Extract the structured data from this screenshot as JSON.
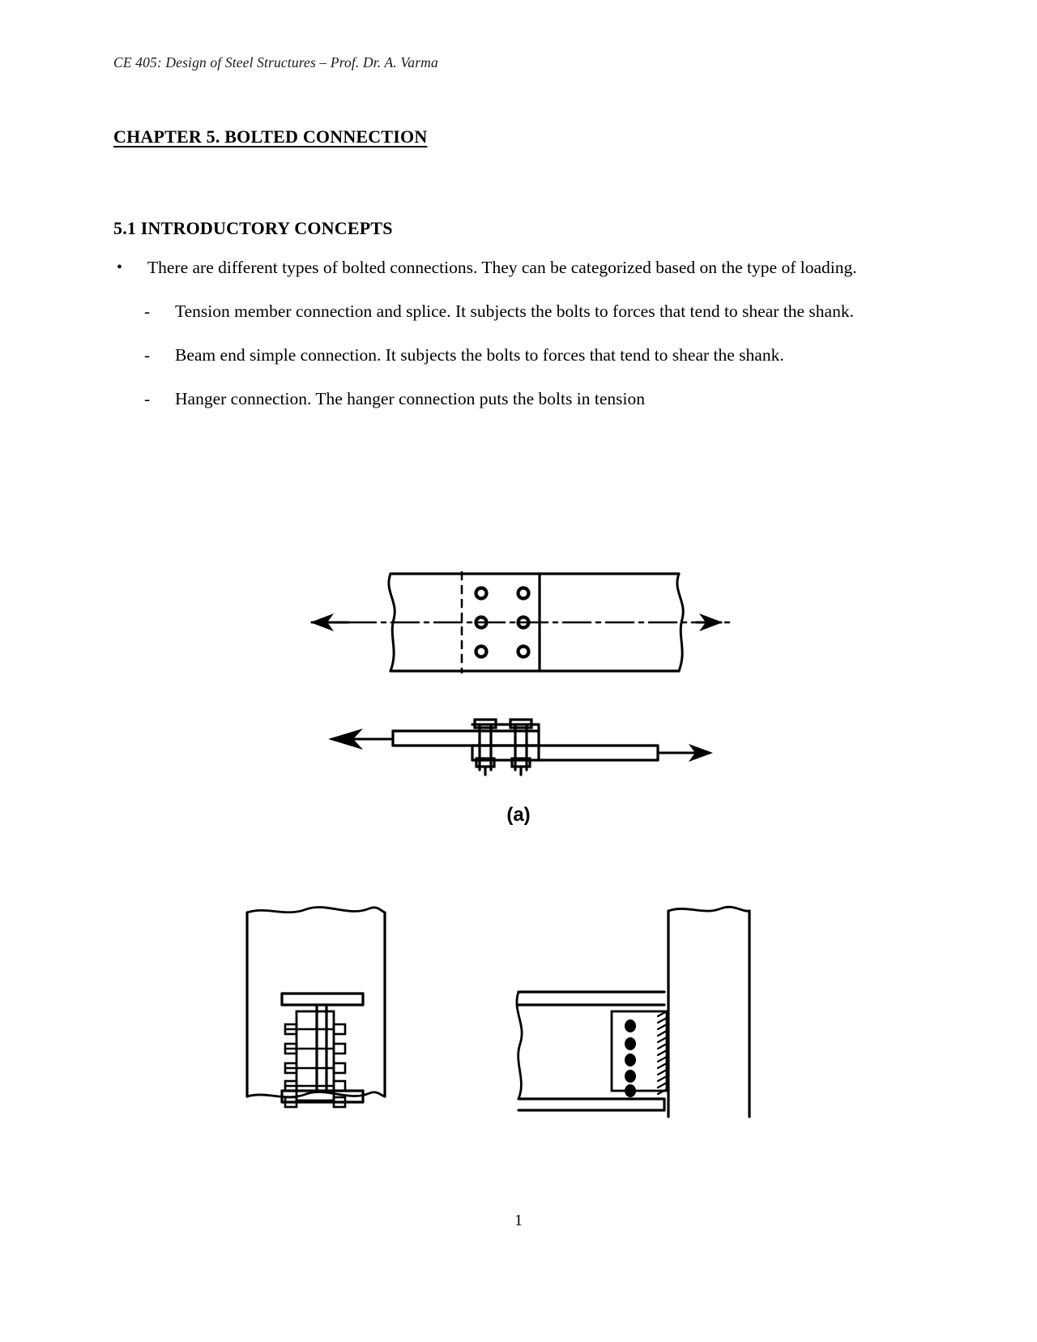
{
  "document": {
    "running_header": "CE 405: Design of Steel Structures – Prof. Dr. A. Varma",
    "chapter_title": "CHAPTER 5. BOLTED CONNECTION",
    "section_heading": "5.1 INTRODUCTORY CONCEPTS",
    "page_number": "1"
  },
  "body": {
    "bullets": [
      {
        "marker": "•",
        "text": "There are different types of bolted connections. They can be categorized based on the type of loading.",
        "sub_items": [
          {
            "marker": "-",
            "text": "Tension member connection and splice. It subjects the bolts to forces that tend to shear the shank."
          },
          {
            "marker": "-",
            "text": "Beam end simple connection. It subjects the bolts to forces that tend to shear the shank."
          },
          {
            "marker": "-",
            "text": "Hanger connection. The hanger connection puts the bolts in tension"
          }
        ]
      }
    ]
  },
  "figures": {
    "caption_a": "(a)",
    "fig_a_plan_name": "tension-splice-plan-view",
    "fig_a_elevation_name": "tension-splice-elevation-view",
    "fig_b_name": "beam-end-simple-connection-section",
    "fig_c_name": "hanger-connection-elevation"
  },
  "colors": {
    "ink": "#000000",
    "paper": "#ffffff",
    "header_ink": "#1a1a1a"
  }
}
